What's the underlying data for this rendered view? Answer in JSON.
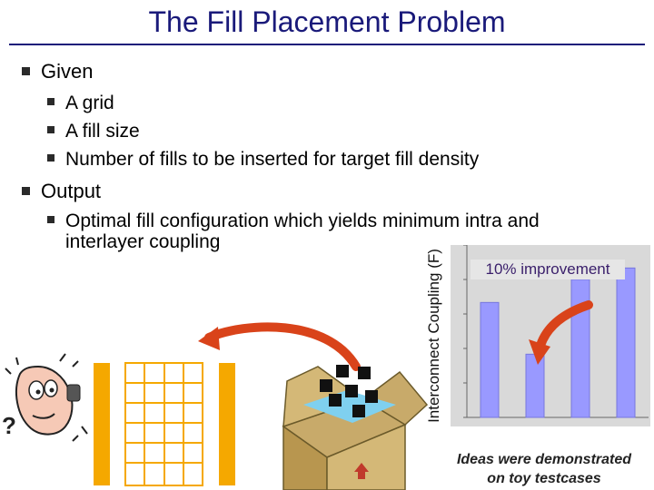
{
  "slide": {
    "title": "The Fill Placement Problem",
    "bullets": {
      "given": "Given",
      "given_items": [
        "A grid",
        "A fill size",
        "Number of fills to be inserted for target fill density"
      ],
      "output": "Output",
      "output_item_line1": "Optimal fill configuration which yields minimum intra and",
      "output_item_line2": "interlayer coupling"
    }
  },
  "chart_data": {
    "type": "bar",
    "title": "",
    "ylabel": "Interconnect Coupling (F)",
    "categories": [
      "",
      "",
      "",
      ""
    ],
    "values": [
      1.0,
      0.55,
      1.2,
      1.3
    ],
    "ylim": [
      0,
      1.5
    ],
    "annotation": "10% improvement",
    "bar_color": "#9999ff"
  },
  "caption": {
    "line1": "Ideas were demonstrated",
    "line2": "on toy testcases"
  },
  "colors": {
    "title": "#1a1a7a",
    "column_fill": "#f5a800",
    "grid_line": "#f5a800",
    "arrow": "#d9431a",
    "box": "#c8aa6a"
  }
}
